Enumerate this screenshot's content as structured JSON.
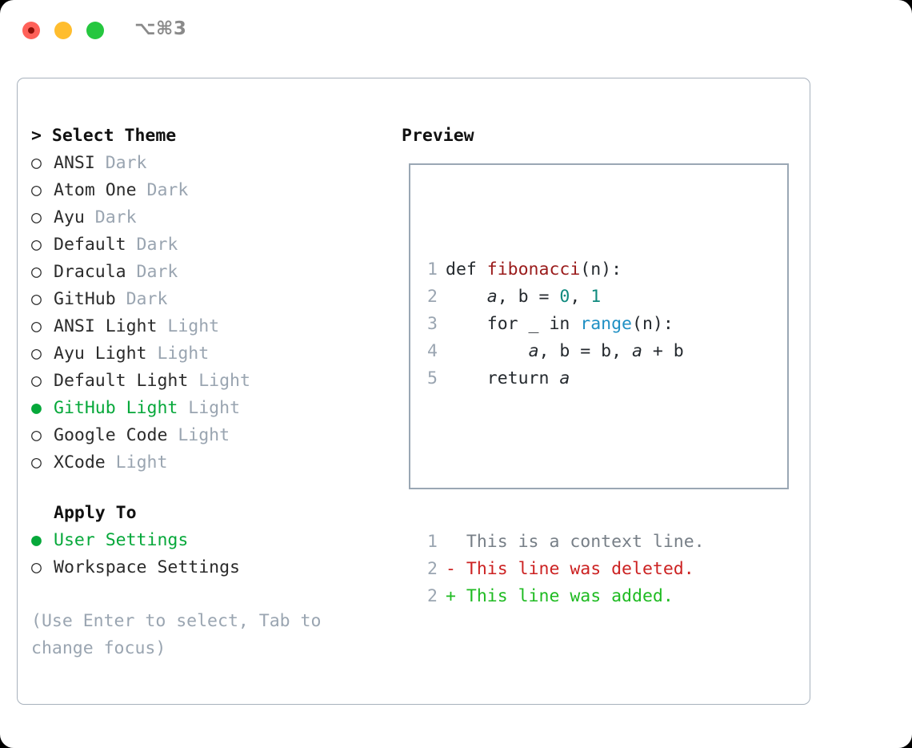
{
  "titlebar": {
    "shortcut": "⌥⌘3",
    "buttons": {
      "close": "close-window",
      "minimize": "minimize-window",
      "maximize": "maximize-window"
    },
    "colors": {
      "close": "#ff6159",
      "minimize": "#ffbd2e",
      "maximize": "#25c73f"
    }
  },
  "theme_panel": {
    "heading": "> Select Theme",
    "options": [
      {
        "bullet": "○",
        "label": "ANSI",
        "variant": "Dark",
        "selected": false
      },
      {
        "bullet": "○",
        "label": "Atom One",
        "variant": "Dark",
        "selected": false
      },
      {
        "bullet": "○",
        "label": "Ayu",
        "variant": "Dark",
        "selected": false
      },
      {
        "bullet": "○",
        "label": "Default",
        "variant": "Dark",
        "selected": false
      },
      {
        "bullet": "○",
        "label": "Dracula",
        "variant": "Dark",
        "selected": false
      },
      {
        "bullet": "○",
        "label": "GitHub",
        "variant": "Dark",
        "selected": false
      },
      {
        "bullet": "○",
        "label": "ANSI Light",
        "variant": "Light",
        "selected": false
      },
      {
        "bullet": "○",
        "label": "Ayu Light",
        "variant": "Light",
        "selected": false
      },
      {
        "bullet": "○",
        "label": "Default Light",
        "variant": "Light",
        "selected": false
      },
      {
        "bullet": "●",
        "label": "GitHub Light",
        "variant": "Light",
        "selected": true
      },
      {
        "bullet": "○",
        "label": "Google Code",
        "variant": "Light",
        "selected": false
      },
      {
        "bullet": "○",
        "label": "XCode",
        "variant": "Light",
        "selected": false
      }
    ]
  },
  "apply_to": {
    "heading": "Apply To",
    "options": [
      {
        "bullet": "●",
        "label": "User Settings",
        "selected": true
      },
      {
        "bullet": "○",
        "label": "Workspace Settings",
        "selected": false
      }
    ]
  },
  "hint": "(Use Enter to select, Tab to change focus)",
  "preview": {
    "heading": "Preview",
    "code_lines": [
      {
        "num": "1",
        "tokens": [
          {
            "t": "def ",
            "c": "plain"
          },
          {
            "t": "fibonacci",
            "c": "func"
          },
          {
            "t": "(n):",
            "c": "plain"
          }
        ]
      },
      {
        "num": "2",
        "tokens": [
          {
            "t": "    ",
            "c": "plain"
          },
          {
            "t": "a",
            "c": "ital"
          },
          {
            "t": ", ",
            "c": "plain"
          },
          {
            "t": "b",
            "c": "plain"
          },
          {
            "t": " = ",
            "c": "plain"
          },
          {
            "t": "0",
            "c": "num"
          },
          {
            "t": ", ",
            "c": "plain"
          },
          {
            "t": "1",
            "c": "num"
          }
        ]
      },
      {
        "num": "3",
        "tokens": [
          {
            "t": "    for _ in ",
            "c": "plain"
          },
          {
            "t": "range",
            "c": "call"
          },
          {
            "t": "(n):",
            "c": "plain"
          }
        ]
      },
      {
        "num": "4",
        "tokens": [
          {
            "t": "        ",
            "c": "plain"
          },
          {
            "t": "a",
            "c": "ital"
          },
          {
            "t": ", b = b, ",
            "c": "plain"
          },
          {
            "t": "a",
            "c": "ital"
          },
          {
            "t": " + b",
            "c": "plain"
          }
        ]
      },
      {
        "num": "5",
        "tokens": [
          {
            "t": "    return ",
            "c": "plain"
          },
          {
            "t": "a",
            "c": "ital"
          }
        ]
      }
    ],
    "diff_lines": [
      {
        "num": "1",
        "marker": "  ",
        "text": "This is a context line.",
        "kind": "ctx"
      },
      {
        "num": "2",
        "marker": "- ",
        "text": "This line was deleted.",
        "kind": "del"
      },
      {
        "num": "2",
        "marker": "+ ",
        "text": "This line was added.",
        "kind": "add"
      }
    ]
  },
  "colors": {
    "accent_green": "#06a83a",
    "muted": "#9aa5b1",
    "diff_delete": "#cc2222",
    "diff_add": "#1fbb22",
    "code_function": "#9a1b1b",
    "code_number": "#0f8a7e",
    "code_call": "#1f90c4",
    "border": "#a8b2bd"
  }
}
